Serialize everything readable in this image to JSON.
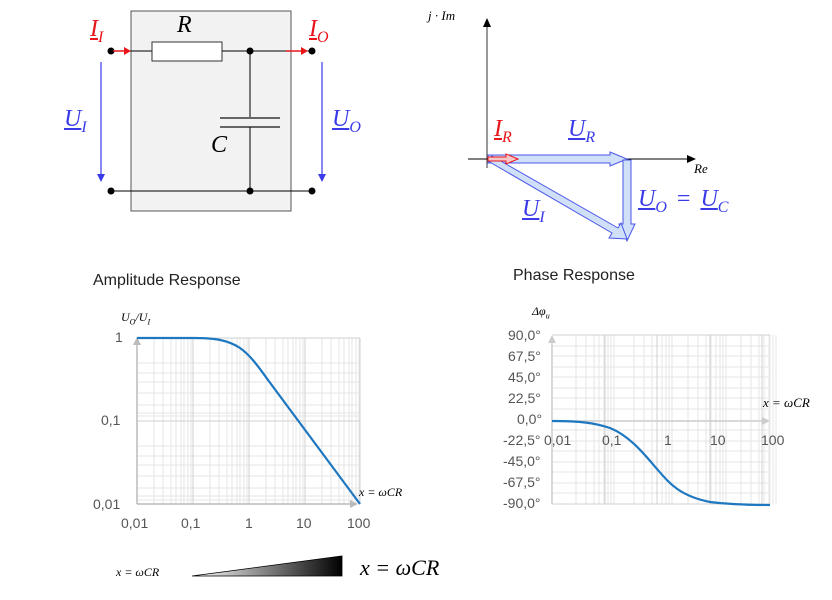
{
  "circuit": {
    "resistor_label": "R",
    "capacitor_label": "C",
    "input_current": {
      "main": "I",
      "sub": "I"
    },
    "output_current": {
      "main": "I",
      "sub": "O"
    },
    "input_voltage": {
      "main": "U",
      "sub": "I"
    },
    "output_voltage": {
      "main": "U",
      "sub": "O"
    },
    "colors": {
      "current": "#e8151b",
      "voltage": "#3a3ae8",
      "box": "#f2f2f2"
    }
  },
  "phasor": {
    "imag_axis_label": "j · Im",
    "real_axis_label": "Re",
    "current_label": {
      "main": "I",
      "sub": "R"
    },
    "ur_label": {
      "main": "U",
      "sub": "R"
    },
    "ui_label": {
      "main": "U",
      "sub": "I"
    },
    "uo_label": {
      "main": "U",
      "sub": "O"
    },
    "eq_sign": "=",
    "uc_label": {
      "main": "U",
      "sub": "C"
    }
  },
  "amplitude": {
    "title": "Amplitude Response",
    "ylabel": "U_O/U_I",
    "ylabel_main1": "U",
    "ylabel_sub1": "O",
    "ylabel_slash": "/",
    "ylabel_main2": "U",
    "ylabel_sub2": "I",
    "xlabel": "x = ωCR",
    "y_ticks": [
      "1",
      "0,1",
      "0,01"
    ],
    "x_ticks": [
      "0,01",
      "0,1",
      "1",
      "10",
      "100"
    ]
  },
  "phase": {
    "title": "Phase Response",
    "ylabel": "Δφ",
    "ylabel_sub": "u",
    "xlabel": "x = ωCR",
    "y_ticks": [
      "90,0°",
      "67,5°",
      "45,0°",
      "22,5°",
      "0,0°",
      "-22,5°",
      "-45,0°",
      "-67,5°",
      "-90,0°"
    ],
    "x_ticks": [
      "0,01",
      "0,1",
      "1",
      "10",
      "100"
    ]
  },
  "legend": {
    "left_label": "x = ωCR",
    "right_label": "x = ωCR"
  },
  "chart_data": [
    {
      "type": "line",
      "title": "Amplitude Response",
      "xlabel": "x = ωCR",
      "ylabel": "U_O/U_I",
      "xscale": "log",
      "yscale": "log",
      "xlim": [
        0.01,
        100
      ],
      "ylim": [
        0.01,
        1
      ],
      "grid": true,
      "x": [
        0.01,
        0.1,
        0.3,
        1,
        2,
        3,
        10,
        30,
        100
      ],
      "series": [
        {
          "name": "U_O/U_I",
          "values": [
            1.0,
            0.995,
            0.958,
            0.707,
            0.447,
            0.316,
            0.0995,
            0.0333,
            0.01
          ]
        }
      ]
    },
    {
      "type": "line",
      "title": "Phase Response",
      "xlabel": "x = ωCR",
      "ylabel": "Δφ_u",
      "xscale": "log",
      "xlim": [
        0.01,
        100
      ],
      "ylim": [
        -90,
        90
      ],
      "grid": true,
      "x": [
        0.01,
        0.1,
        0.3,
        1,
        3,
        10,
        100
      ],
      "series": [
        {
          "name": "Δφ_u (deg)",
          "values": [
            -0.6,
            -5.7,
            -16.7,
            -45,
            -71.6,
            -84.3,
            -89.4
          ]
        }
      ]
    }
  ]
}
